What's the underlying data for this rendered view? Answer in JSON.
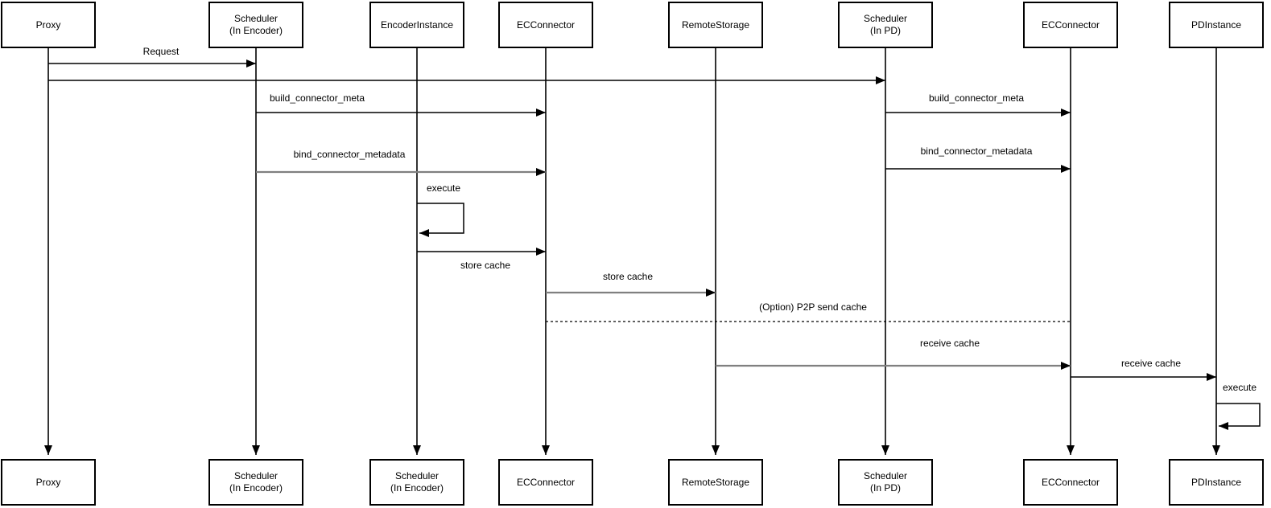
{
  "diagram": {
    "type": "sequence",
    "participants_top": [
      {
        "label": "Proxy"
      },
      {
        "label": "Scheduler\n(In Encoder)"
      },
      {
        "label": "EncoderInstance"
      },
      {
        "label": "ECConnector"
      },
      {
        "label": "RemoteStorage"
      },
      {
        "label": "Scheduler\n(In PD)"
      },
      {
        "label": "ECConnector"
      },
      {
        "label": "PDInstance"
      }
    ],
    "participants_bottom": [
      {
        "label": "Proxy"
      },
      {
        "label": "Scheduler\n(In Encoder)"
      },
      {
        "label": "Scheduler\n(In Encoder)"
      },
      {
        "label": "ECConnector"
      },
      {
        "label": "RemoteStorage"
      },
      {
        "label": "Scheduler\n(In PD)"
      },
      {
        "label": "ECConnector"
      },
      {
        "label": "PDInstance"
      }
    ],
    "messages": {
      "request": "Request",
      "build_connector_meta_left": "build_connector_meta",
      "build_connector_meta_right": "build_connector_meta",
      "bind_connector_metadata_left": "bind_connector_metadata",
      "bind_connector_metadata_right": "bind_connector_metadata",
      "execute_encoder": "execute",
      "store_cache_1": "store cache",
      "store_cache_2": "store cache",
      "p2p_send_cache": "(Option) P2P send cache",
      "receive_cache_1": "receive cache",
      "receive_cache_2": "receive cache",
      "execute_pd": "execute"
    },
    "colors": {
      "line": "#000000",
      "muted_line": "#808080",
      "background": "#ffffff",
      "text": "#000000"
    }
  }
}
